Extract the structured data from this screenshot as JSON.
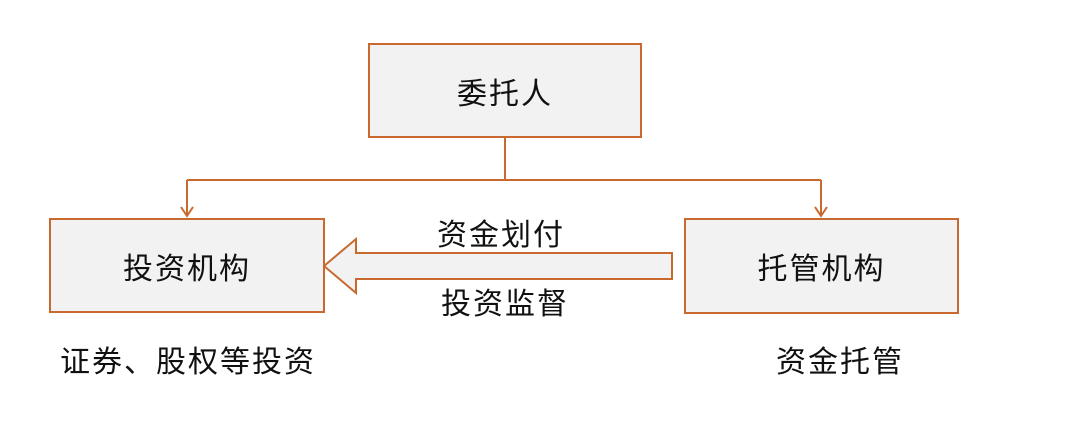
{
  "nodes": {
    "principal": "委托人",
    "investment_institution": "投资机构",
    "custody_institution": "托管机构"
  },
  "flows": {
    "fund_transfer": "资金划付",
    "investment_supervision": "投资监督"
  },
  "notes": {
    "investment_scope": "证券、股权等投资",
    "custody_scope": "资金托管"
  },
  "colors": {
    "border": "#c8692f",
    "box_fill": "#f2f2f2",
    "arrow_fill": "#f2f2f2"
  }
}
